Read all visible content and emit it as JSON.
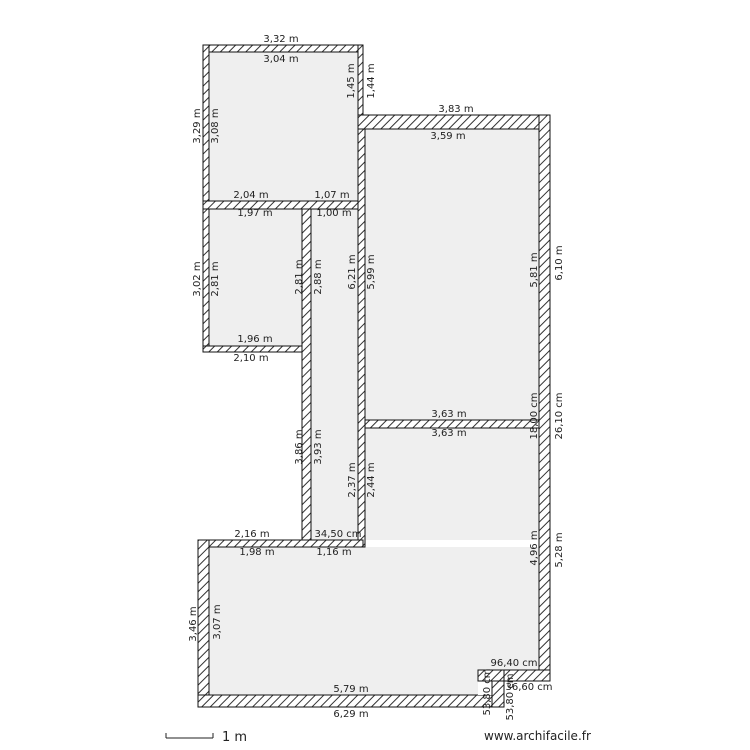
{
  "plan": {
    "rooms": [
      {
        "name": "room-top-left",
        "interior": {
          "width": "3,04 m",
          "height": "3,08 m"
        },
        "exterior": {
          "width": "3,32 m",
          "height": "3,29 m"
        }
      },
      {
        "name": "room-small-left",
        "interior": {
          "width": "1,97 m",
          "height": "2,81 m"
        },
        "exterior": {
          "width": "2,10 m",
          "height": "3,02 m"
        }
      },
      {
        "name": "room-right-upper",
        "interior": {
          "width": "3,59 m",
          "height": "5,81 m"
        },
        "exterior": {
          "width": "3,83 m",
          "height": "6,10 m"
        }
      },
      {
        "name": "room-bottom",
        "interior": {
          "width": "5,79 m",
          "height": "3,07 m"
        },
        "exterior": {
          "width": "6,29 m",
          "height": "3,46 m"
        }
      }
    ],
    "dimension_labels": [
      "3,32 m",
      "3,04 m",
      "1,44 m",
      "1,45 m",
      "3,29 m",
      "3,08 m",
      "3,83 m",
      "3,59 m",
      "2,04 m",
      "1,07 m",
      "1,97 m",
      "1,00 m",
      "3,02 m",
      "2,81 m",
      "2,81 m",
      "2,88 m",
      "6,21 m",
      "5,99 m",
      "5,81 m",
      "6,10 m",
      "1,96 m",
      "2,10 m",
      "3,63 m",
      "3,63 m",
      "18,00 cm",
      "26,10 cm",
      "3,86 m",
      "3,93 m",
      "2,37 m",
      "2,44 m",
      "2,16 m",
      "34,50 cm",
      "1,98 m",
      "1,16 m",
      "4,96 m",
      "5,28 m",
      "3,46 m",
      "3,07 m",
      "96,40 cm",
      "36,60 cm",
      "53,80 cm",
      "53,80 cm",
      "5,79 m",
      "6,29 m"
    ]
  },
  "footer": {
    "scale_label": "1 m",
    "site_credit": "www.archifacile.fr"
  }
}
